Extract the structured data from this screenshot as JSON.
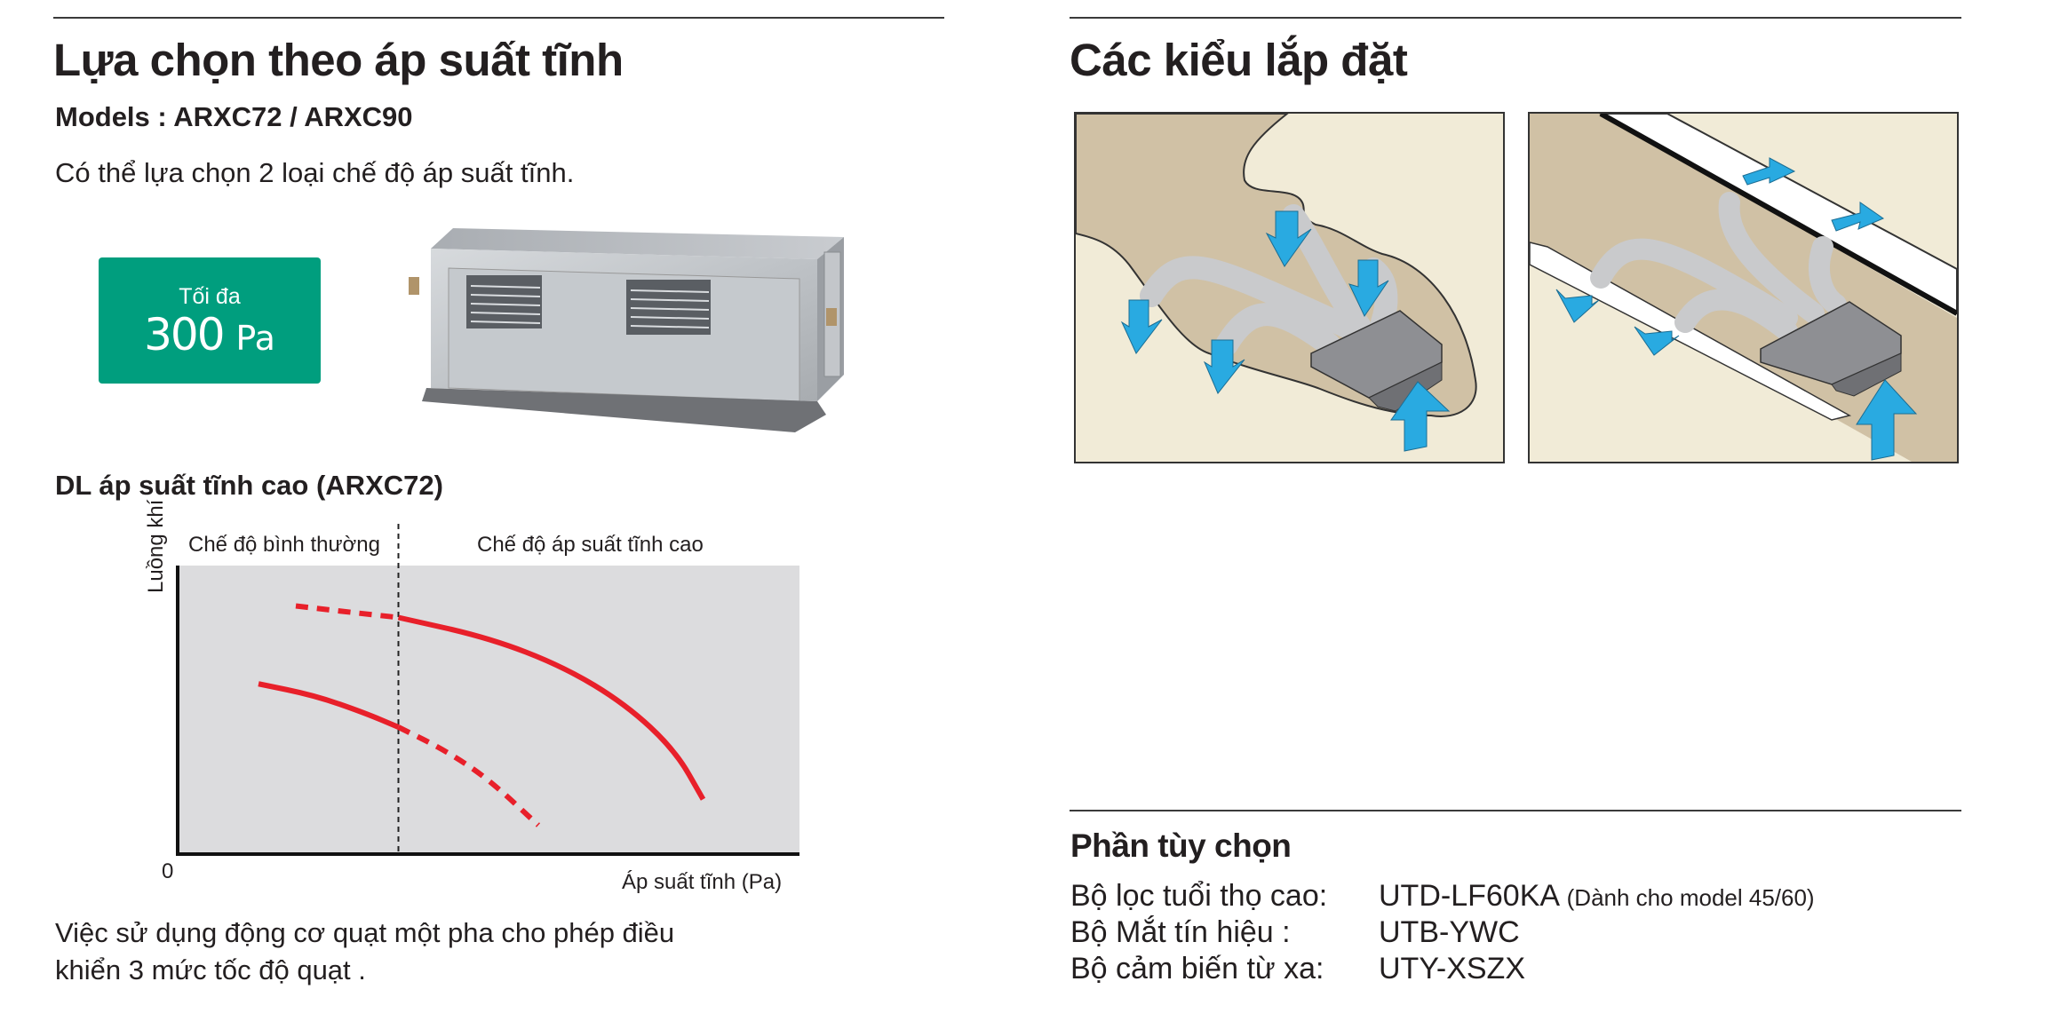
{
  "left": {
    "title": "Lựa chọn theo áp suất tĩnh",
    "models": "Models : ARXC72 / ARXC90",
    "subtitle": "Có thể lựa chọn 2 loại chế độ áp suất tĩnh.",
    "badge": {
      "label": "Tối đa",
      "value": "300",
      "unit": "Pa",
      "color": "#009e7e"
    },
    "chart_heading": "DL áp suất tĩnh cao (ARXC72)",
    "paragraph_line1": "Việc sử dụng động cơ quạt một pha cho phép điều",
    "paragraph_line2": "khiển 3 mức tốc độ quạt ."
  },
  "chart_data": {
    "type": "line",
    "title": "DL áp suất tĩnh cao (ARXC72)",
    "xlabel": "Áp suất tĩnh (Pa)",
    "ylabel": "Luồng khí",
    "origin_label": "0",
    "xlim": [
      0,
      100
    ],
    "ylim": [
      0,
      100
    ],
    "grid": false,
    "background": "#dcdcde",
    "line_color": "#e8202a",
    "divider_x": 35.5,
    "regions": [
      {
        "label": "Chế độ bình thường"
      },
      {
        "label": "Chế độ áp suất tĩnh cao"
      }
    ],
    "series": [
      {
        "name": "high-static-upper-dashed",
        "style": "dashed",
        "x": [
          19,
          27,
          35.5
        ],
        "y": [
          86,
          84,
          82
        ]
      },
      {
        "name": "high-static-upper-solid",
        "style": "solid",
        "x": [
          35.5,
          50,
          62,
          72,
          80,
          84.5
        ],
        "y": [
          82,
          75,
          65,
          52,
          36,
          19
        ]
      },
      {
        "name": "normal-lower-solid",
        "style": "solid",
        "x": [
          13,
          22,
          30,
          35.5
        ],
        "y": [
          59,
          55,
          49,
          44
        ]
      },
      {
        "name": "normal-lower-dashed",
        "style": "dashed",
        "x": [
          35.5,
          43,
          50,
          58
        ],
        "y": [
          44,
          36,
          26,
          10
        ]
      }
    ]
  },
  "right": {
    "title": "Các kiểu lắp đặt",
    "diagrams": [
      {
        "name": "ceiling-downflow-install"
      },
      {
        "name": "wall-sideflow-install"
      }
    ],
    "colors": {
      "ceiling": "#d0c1a5",
      "wall": "#f1ebd7",
      "arrow": "#29aae1",
      "duct": "#c9cacc",
      "unit": "#8e8f93"
    },
    "options_title": "Phần tùy chọn",
    "options": [
      {
        "label": "Bộ lọc tuổi thọ cao:",
        "value": "UTD-LF60KA",
        "note": "(Dành cho model 45/60)"
      },
      {
        "label": "Bộ Mắt tín hiệu :",
        "value": "UTB-YWC",
        "note": ""
      },
      {
        "label": "Bộ cảm biến từ xa:",
        "value": "UTY-XSZX",
        "note": ""
      }
    ]
  }
}
